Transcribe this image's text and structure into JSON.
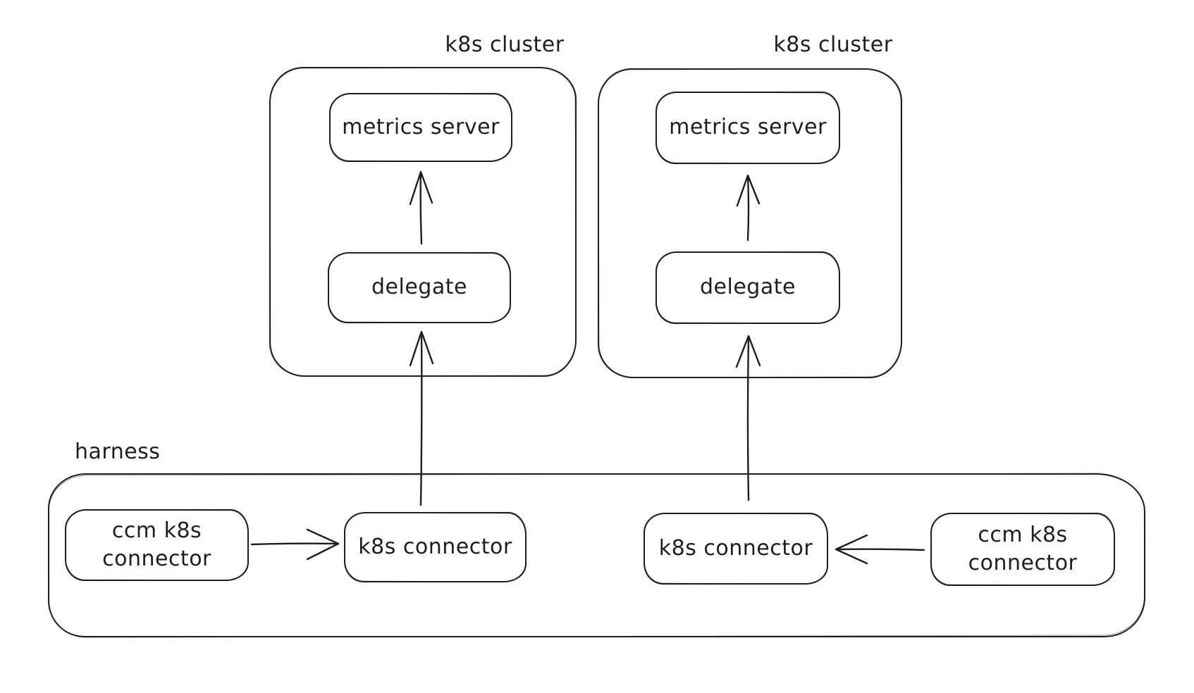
{
  "clusters": [
    {
      "label": "k8s cluster",
      "metrics_server": "metrics server",
      "delegate": "delegate"
    },
    {
      "label": "k8s cluster",
      "metrics_server": "metrics server",
      "delegate": "delegate"
    }
  ],
  "harness": {
    "label": "harness",
    "connectors": [
      {
        "label": "ccm k8s connector"
      },
      {
        "label": "k8s connector"
      },
      {
        "label": "k8s connector"
      },
      {
        "label": "ccm k8s connector"
      }
    ]
  },
  "edges": [
    {
      "from": "delegate (cluster 1)",
      "to": "metrics server (cluster 1)",
      "direction": "up"
    },
    {
      "from": "delegate (cluster 2)",
      "to": "metrics server (cluster 2)",
      "direction": "up"
    },
    {
      "from": "k8s connector (left)",
      "to": "delegate (cluster 1)",
      "direction": "up"
    },
    {
      "from": "k8s connector (right)",
      "to": "delegate (cluster 2)",
      "direction": "up"
    },
    {
      "from": "ccm k8s connector (left)",
      "to": "k8s connector (left)",
      "direction": "right"
    },
    {
      "from": "ccm k8s connector (right)",
      "to": "k8s connector (right)",
      "direction": "left"
    }
  ],
  "colors": {
    "stroke": "#1e1e1e",
    "background": "#ffffff"
  }
}
